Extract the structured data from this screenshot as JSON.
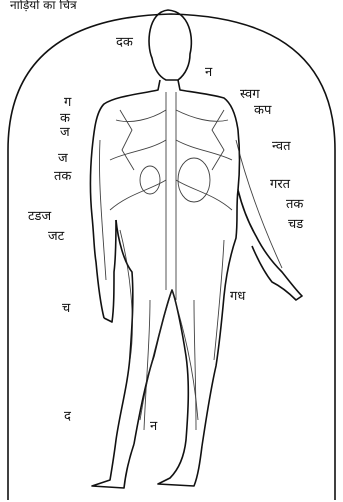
{
  "header_text": "नाड़ियों का चित्र",
  "labels": {
    "head": "दक",
    "neck": "न",
    "right_top": "स्वग",
    "right_kap": "कप",
    "right_ta": "न्वत",
    "right_mid": "गरत",
    "right_tak": "तक",
    "right_chad": "चड",
    "left_ga": "ग",
    "left_ka": "क",
    "left_ja1": "ज",
    "left_ja2": "ज",
    "left_tak": "तक",
    "left_tadaj": "टडज",
    "left_jat": "जट",
    "left_cha": "च",
    "left_da": "द",
    "leg_na": "न",
    "thigh_gath": "गध"
  },
  "colors": {
    "ink": "#111111",
    "paper": "#ffffff"
  }
}
